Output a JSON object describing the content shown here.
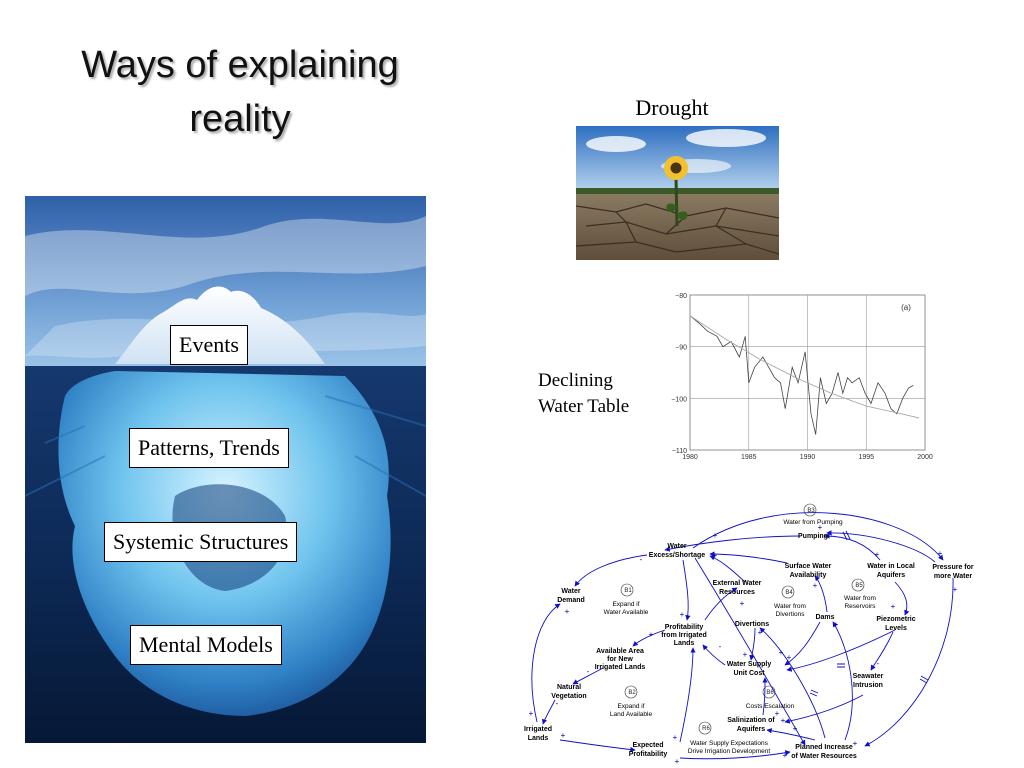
{
  "slide": {
    "title_line1": "Ways of explaining",
    "title_line2": "reality"
  },
  "iceberg": {
    "levels": [
      "Events",
      "Patterns, Trends",
      "Systemic Structures",
      "Mental Models"
    ]
  },
  "drought": {
    "title": "Drought"
  },
  "water_table": {
    "label_line1": "Declining",
    "label_line2": "Water Table"
  },
  "chart_data": {
    "type": "line",
    "annotation": "(a)",
    "x_ticks": [
      "1980",
      "1985",
      "1990",
      "1995",
      "2000"
    ],
    "y_ticks": [
      "−80",
      "−90",
      "−100",
      "−110"
    ],
    "xlim": [
      1980,
      2000
    ],
    "ylim": [
      -110,
      -80
    ],
    "grid": true,
    "series": [
      {
        "style": "observed",
        "x": [
          1980,
          1980.8,
          1981.5,
          1982.3,
          1982.8,
          1983.5,
          1984.2,
          1984.7,
          1985,
          1985.5,
          1986.2,
          1986.7,
          1987.2,
          1987.7,
          1988.1,
          1988.7,
          1989.2,
          1989.8,
          1990.3,
          1990.7,
          1991.1,
          1991.6,
          1992.1,
          1992.6,
          1993.0,
          1993.4,
          1993.8,
          1994.4,
          1994.9,
          1995.4,
          1996.0,
          1996.6,
          1997.1,
          1997.6,
          1998.1,
          1998.6,
          1999.0
        ],
        "y": [
          -84,
          -85.5,
          -87,
          -88,
          -90,
          -89,
          -92,
          -88,
          -97,
          -94,
          -92,
          -94,
          -96,
          -97,
          -102,
          -94,
          -97,
          -91,
          -103,
          -107,
          -96,
          -101,
          -99,
          -95,
          -99,
          -96,
          -97,
          -96,
          -99,
          -101,
          -97,
          -99,
          -102,
          -103,
          -100,
          -98,
          -97.5
        ]
      },
      {
        "style": "trend",
        "x": [
          1980,
          1983,
          1986,
          1989,
          1992,
          1995,
          1998,
          1999.5
        ],
        "y": [
          -84,
          -88.5,
          -92.5,
          -96,
          -99,
          -101.5,
          -103,
          -103.8
        ]
      }
    ]
  },
  "causal_loop": {
    "nodes": {
      "b3": "B3",
      "b3_label": "Water from Pumping",
      "pumping": "Pumping",
      "water_excess_1": "Water",
      "water_excess_2": "Excess/Shortage",
      "surface_1": "Surface Water",
      "surface_2": "Availability",
      "local_1": "Water in Local",
      "local_2": "Aquifers",
      "pressure_1": "Pressure for",
      "pressure_2": "more Water",
      "demand_1": "Water",
      "demand_2": "Demand",
      "b1": "B1",
      "b1_label_1": "Expand if",
      "b1_label_2": "Water Available",
      "external_1": "External Water",
      "external_2": "Resources",
      "b4": "B4",
      "b4_label_1": "Water from",
      "b4_label_2": "Divertions",
      "b5": "B5",
      "b5_label_1": "Water from",
      "b5_label_2": "Reservoirs",
      "dams": "Dams",
      "piezo_1": "Piezometric",
      "piezo_2": "Levels",
      "profit_1": "Profitability",
      "profit_2": "from Irrigated",
      "profit_3": "Lands",
      "divertions": "Divertions",
      "area_1": "Available Area",
      "area_2": "for New",
      "area_3": "Irrigated Lands",
      "unitcost_1": "Water Supply",
      "unitcost_2": "Unit Cost",
      "seawater_1": "Seawater",
      "seawater_2": "Intrusion",
      "natveg_1": "Natural",
      "natveg_2": "Vegetation",
      "b2": "B2",
      "b2_label_1": "Expand if",
      "b2_label_2": "Land Available",
      "b6": "B6",
      "b6_label": "Costs Escalation",
      "salin_1": "Salinization of",
      "salin_2": "Aquifers",
      "irrigated_1": "Irrigated",
      "irrigated_2": "Lands",
      "r6": "R6",
      "r6_label_1": "Water Supply Expectations",
      "r6_label_2": "Drive Irrigation Development",
      "expected_1": "Expected",
      "expected_2": "Profitability",
      "planned_1": "Planned Increase",
      "planned_2": "of Water Resources"
    }
  }
}
